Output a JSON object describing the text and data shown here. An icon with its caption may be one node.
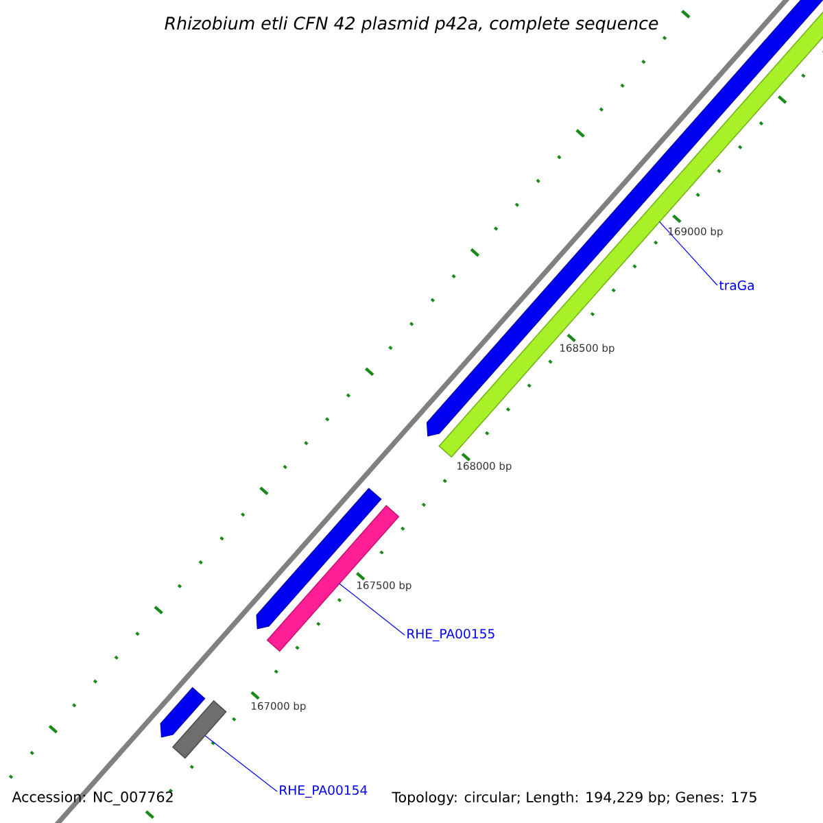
{
  "diagram": {
    "title": "Rhizobium etli CFN 42 plasmid p42a, complete sequence",
    "nodes": [
      {
        "text": [
          "traGa"
        ]
      },
      {
        "text": [
          "RHE_PA00155"
        ]
      },
      {
        "text": [
          "RHE_PA00154"
        ]
      },
      {
        "text": [],
        "shape": "bar"
      },
      {
        "text": [],
        "shape": "bar"
      },
      {
        "text": [],
        "shape": "bar"
      }
    ],
    "edges": [
      {
        "from": 0,
        "to": 3,
        "arrow": "none"
      },
      {
        "from": 1,
        "to": 4,
        "arrow": "none"
      },
      {
        "from": 2,
        "to": 5,
        "arrow": "none"
      }
    ],
    "labels": [
      "169000 bp",
      "168500 bp",
      "168000 bp",
      "167500 bp",
      "167000 bp",
      "Accession: NC_007762",
      "Topology: circular; Length: 194,229 bp; Genes: 175"
    ]
  }
}
